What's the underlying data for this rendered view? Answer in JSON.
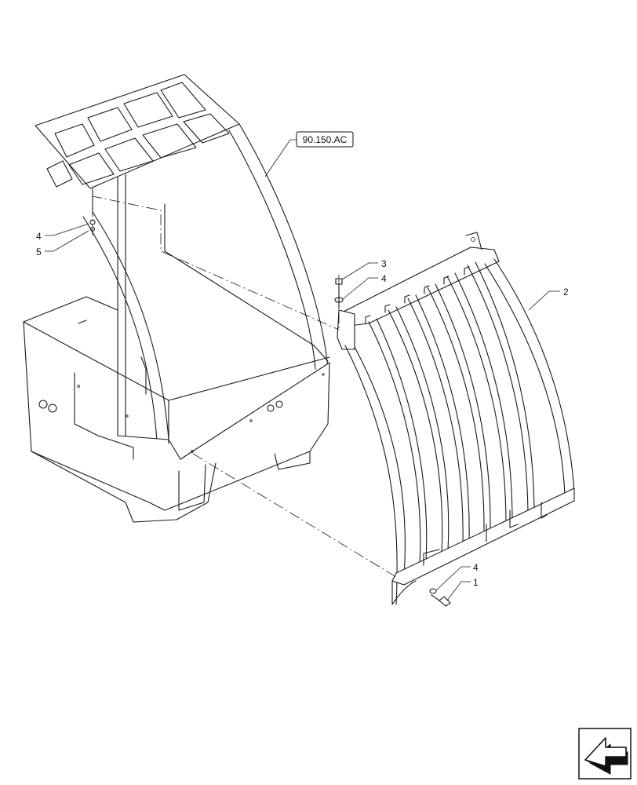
{
  "reference": {
    "label": "90.150.AC"
  },
  "callouts": [
    {
      "id": "callout-4-left",
      "label": "4"
    },
    {
      "id": "callout-5-left",
      "label": "5"
    },
    {
      "id": "callout-3",
      "label": "3"
    },
    {
      "id": "callout-4-top",
      "label": "4"
    },
    {
      "id": "callout-2",
      "label": "2"
    },
    {
      "id": "callout-4-bottom",
      "label": "4"
    },
    {
      "id": "callout-1",
      "label": "1"
    }
  ],
  "nav_icon": "arrow-navigation-icon"
}
